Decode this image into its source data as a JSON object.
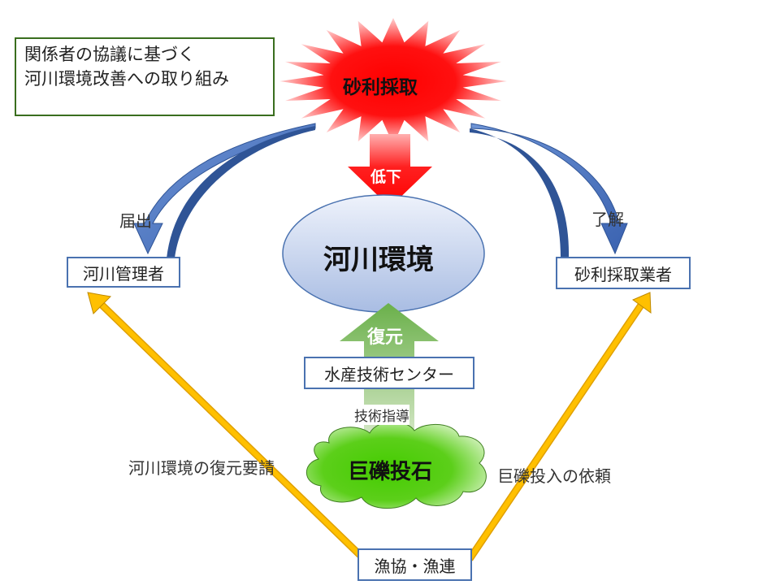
{
  "note": {
    "line1": "関係者の協議に基づく",
    "line2": "河川環境改善への取り組み"
  },
  "burst": {
    "label": "砂利採取"
  },
  "decline_arrow": {
    "label": "低下"
  },
  "river": {
    "label": "河川環境"
  },
  "restore_arrow": {
    "label": "復元"
  },
  "nodes": {
    "manager": "河川管理者",
    "operator": "砂利採取業者",
    "center": "水産技術センター",
    "fishery": "漁協・漁連"
  },
  "labels": {
    "notify": "届出",
    "approve": "了解",
    "guidance": "技術指導",
    "request_restore": "河川環境の復元要請",
    "request_boulder": "巨礫投入の依頼"
  },
  "cloud": {
    "label": "巨礫投石"
  },
  "colors": {
    "red": "#ff0000",
    "blue": "#3a62b0",
    "green": "#4fcf10",
    "yellow": "#f5b800",
    "boxBorder": "#4a72b0",
    "noteBorder": "#3a6e1e"
  }
}
